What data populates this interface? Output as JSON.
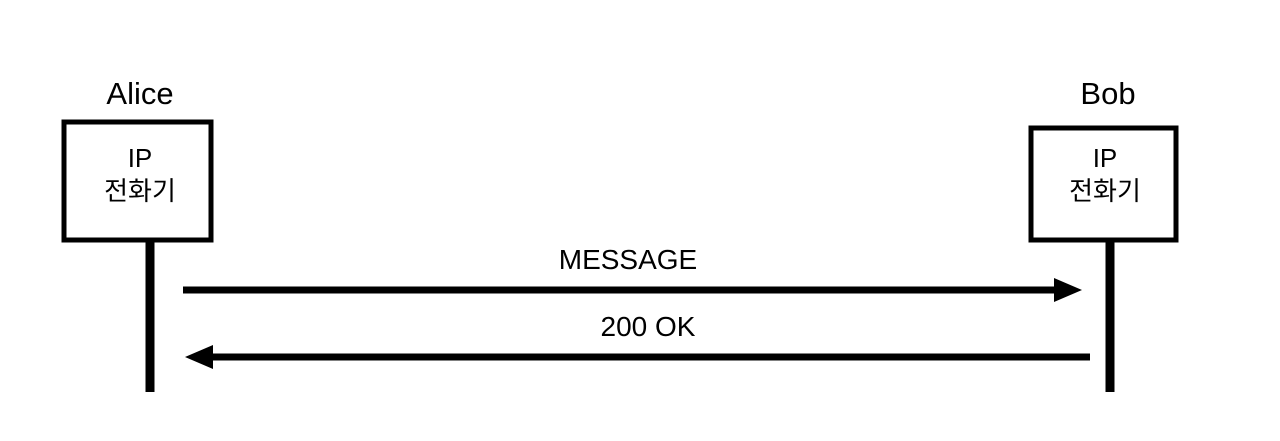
{
  "diagram": {
    "type": "sequence-diagram",
    "background_color": "#ffffff",
    "stroke_color": "#000000",
    "actors": [
      {
        "id": "alice",
        "name": "Alice",
        "box_line1": "IP",
        "box_line2": "전화기"
      },
      {
        "id": "bob",
        "name": "Bob",
        "box_line1": "IP",
        "box_line2": "전화기"
      }
    ],
    "messages": [
      {
        "id": "message",
        "label": "MESSAGE",
        "from": "alice",
        "to": "bob",
        "direction": "right"
      },
      {
        "id": "response",
        "label": "200 OK",
        "from": "bob",
        "to": "alice",
        "direction": "left"
      }
    ]
  }
}
